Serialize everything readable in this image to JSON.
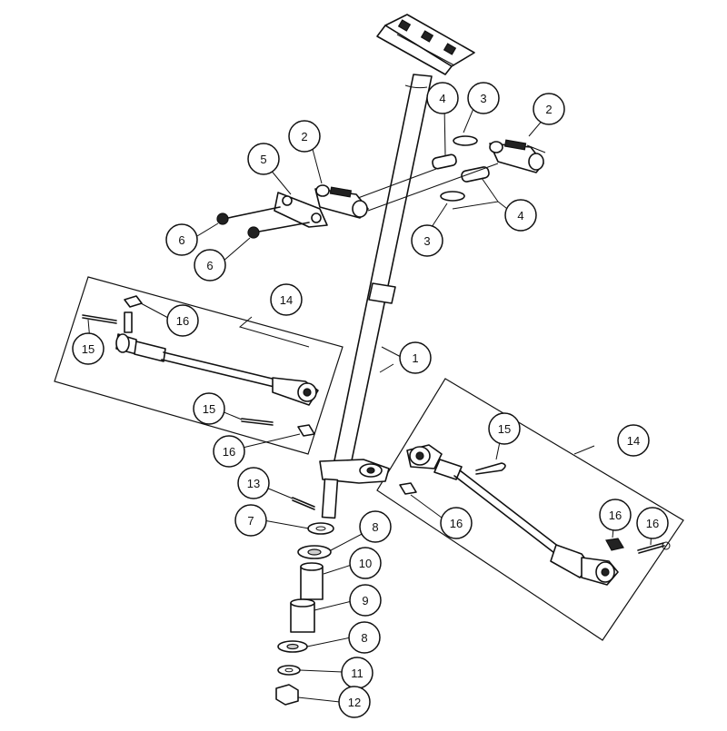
{
  "callouts": [
    {
      "id": "c1",
      "label": "1"
    },
    {
      "id": "c2a",
      "label": "2"
    },
    {
      "id": "c2b",
      "label": "2"
    },
    {
      "id": "c3a",
      "label": "3"
    },
    {
      "id": "c3b",
      "label": "3"
    },
    {
      "id": "c4a",
      "label": "4"
    },
    {
      "id": "c4b",
      "label": "4"
    },
    {
      "id": "c5",
      "label": "5"
    },
    {
      "id": "c6a",
      "label": "6"
    },
    {
      "id": "c6b",
      "label": "6"
    },
    {
      "id": "c7",
      "label": "7"
    },
    {
      "id": "c8a",
      "label": "8"
    },
    {
      "id": "c8b",
      "label": "8"
    },
    {
      "id": "c9",
      "label": "9"
    },
    {
      "id": "c10",
      "label": "10"
    },
    {
      "id": "c11",
      "label": "11"
    },
    {
      "id": "c12",
      "label": "12"
    },
    {
      "id": "c13",
      "label": "13"
    },
    {
      "id": "c14a",
      "label": "14"
    },
    {
      "id": "c14b",
      "label": "14"
    },
    {
      "id": "c15a",
      "label": "15"
    },
    {
      "id": "c15b",
      "label": "15"
    },
    {
      "id": "c15c",
      "label": "15"
    },
    {
      "id": "c16a",
      "label": "16"
    },
    {
      "id": "c16b",
      "label": "16"
    },
    {
      "id": "c16c",
      "label": "16"
    },
    {
      "id": "c16d",
      "label": "16"
    }
  ]
}
